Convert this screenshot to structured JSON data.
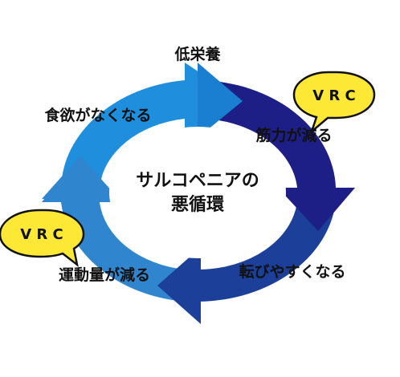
{
  "center": {
    "line1": "サルコペニアの",
    "line2": "悪循環"
  },
  "steps": {
    "top": "低栄養",
    "upper_right": "筋力が減る",
    "lower_right": "転びやすくなる",
    "lower_left": "運動量が減る",
    "upper_left": "食欲がなくなる"
  },
  "callouts": {
    "right": "V R C",
    "left": "V R C"
  },
  "colors": {
    "quadrant_top_right": "#1e1e87",
    "quadrant_bottom_right": "#1c3f99",
    "quadrant_bottom_left": "#2f86cf",
    "quadrant_top_left": "#1f8fdd",
    "callout_fill": "#fde935",
    "text": "#111111"
  }
}
